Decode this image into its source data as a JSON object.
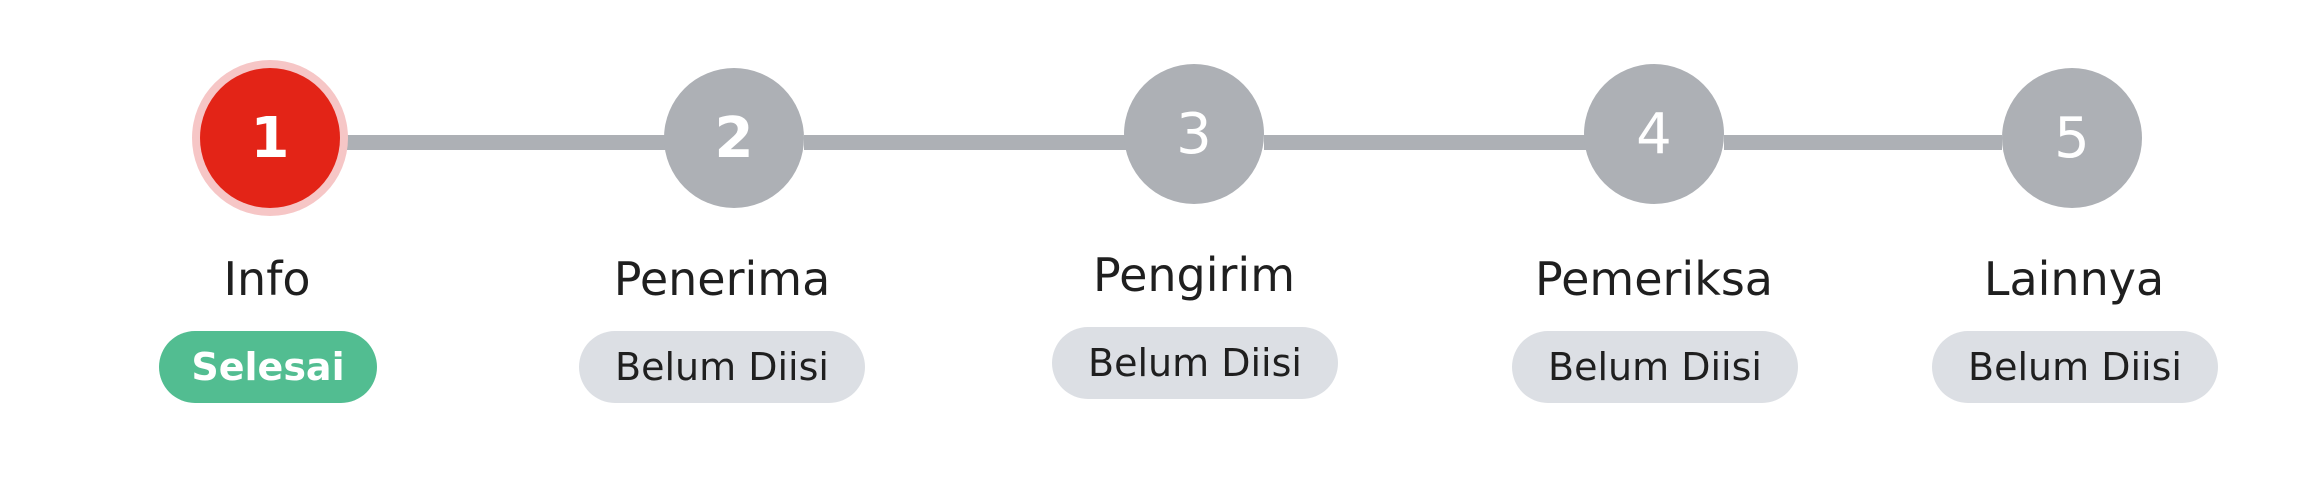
{
  "stepper": {
    "active_color": "#e32417",
    "inactive_color": "#adb0b5",
    "done_badge_color": "#52bd91",
    "pending_badge_color": "#dcdfe4",
    "steps": [
      {
        "number": "1",
        "label": "Info",
        "status": "Selesai"
      },
      {
        "number": "2",
        "label": "Penerima",
        "status": "Belum Diisi"
      },
      {
        "number": "3",
        "label": "Pengirim",
        "status": "Belum Diisi"
      },
      {
        "number": "4",
        "label": "Pemeriksa",
        "status": "Belum Diisi"
      },
      {
        "number": "5",
        "label": "Lainnya",
        "status": "Belum Diisi"
      }
    ]
  }
}
